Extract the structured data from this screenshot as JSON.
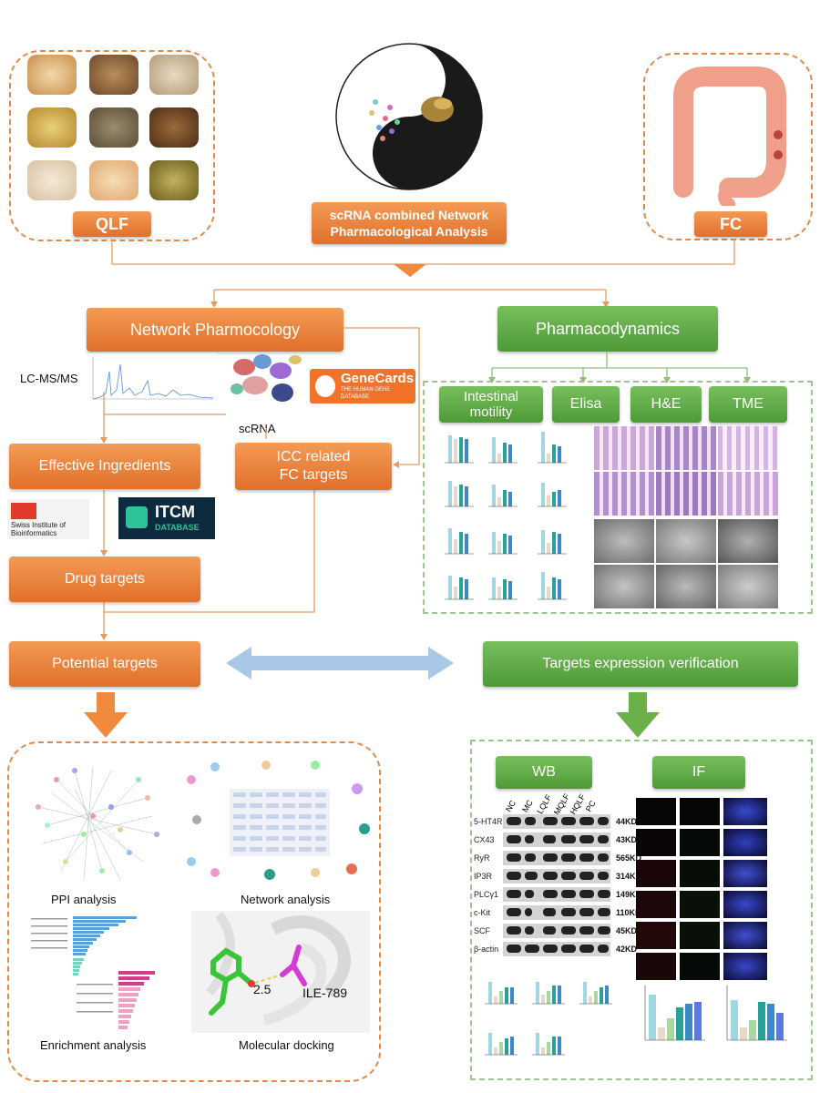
{
  "top": {
    "qlf_label": "QLF",
    "center_label_1": "scRNA combined Network",
    "center_label_2": "Pharmacological Analysis",
    "fc_label": "FC"
  },
  "left": {
    "network_pharmacology": "Network Pharmocology",
    "lcms": "LC-MS/MS",
    "scrna": "scRNA",
    "genecards_title": "GeneCards",
    "genecards_sub": "THE HUMAN GENE DATABASE",
    "effective_ingredients": "Effective Ingredients",
    "icc_line1": "ICC related",
    "icc_line2": "FC targets",
    "sib_line1": "Swiss Institute of",
    "sib_line2": "Bioinformatics",
    "itcm_line1": "ITCM",
    "itcm_line2": "DATABASE",
    "drug_targets": "Drug targets",
    "potential_targets": "Potential targets",
    "ppi": "PPI analysis",
    "network_analysis": "Network analysis",
    "enrichment": "Enrichment analysis",
    "docking": "Molecular docking",
    "docking_distance": "2.5",
    "docking_residue": "ILE-789"
  },
  "right": {
    "pharmacodynamics": "Pharmacodynamics",
    "intestinal_1": "Intestinal",
    "intestinal_2": "motility",
    "elisa": "Elisa",
    "he": "H&E",
    "tme": "TME",
    "verification": "Targets expression verification",
    "wb": "WB",
    "if": "IF",
    "wb_groups": [
      "NC",
      "MC",
      "LQLF",
      "MQLF",
      "HQLF",
      "PC"
    ],
    "wb_rows": [
      {
        "name": "5-HT4R",
        "kd": "44KD"
      },
      {
        "name": "CX43",
        "kd": "43KD"
      },
      {
        "name": "RyR",
        "kd": "565KD"
      },
      {
        "name": "IP3R",
        "kd": "314KD"
      },
      {
        "name": "PLCγ1",
        "kd": "149KD"
      },
      {
        "name": "c-Kit",
        "kd": "110KD"
      },
      {
        "name": "SCF",
        "kd": "45KD"
      },
      {
        "name": "β-actin",
        "kd": "42KD"
      }
    ]
  },
  "colors": {
    "orange": "#e8793a",
    "green": "#5ea946",
    "arrow_orange": "#f08a3e",
    "arrow_green": "#6cb04a",
    "double_arrow": "#a9c8e8"
  }
}
